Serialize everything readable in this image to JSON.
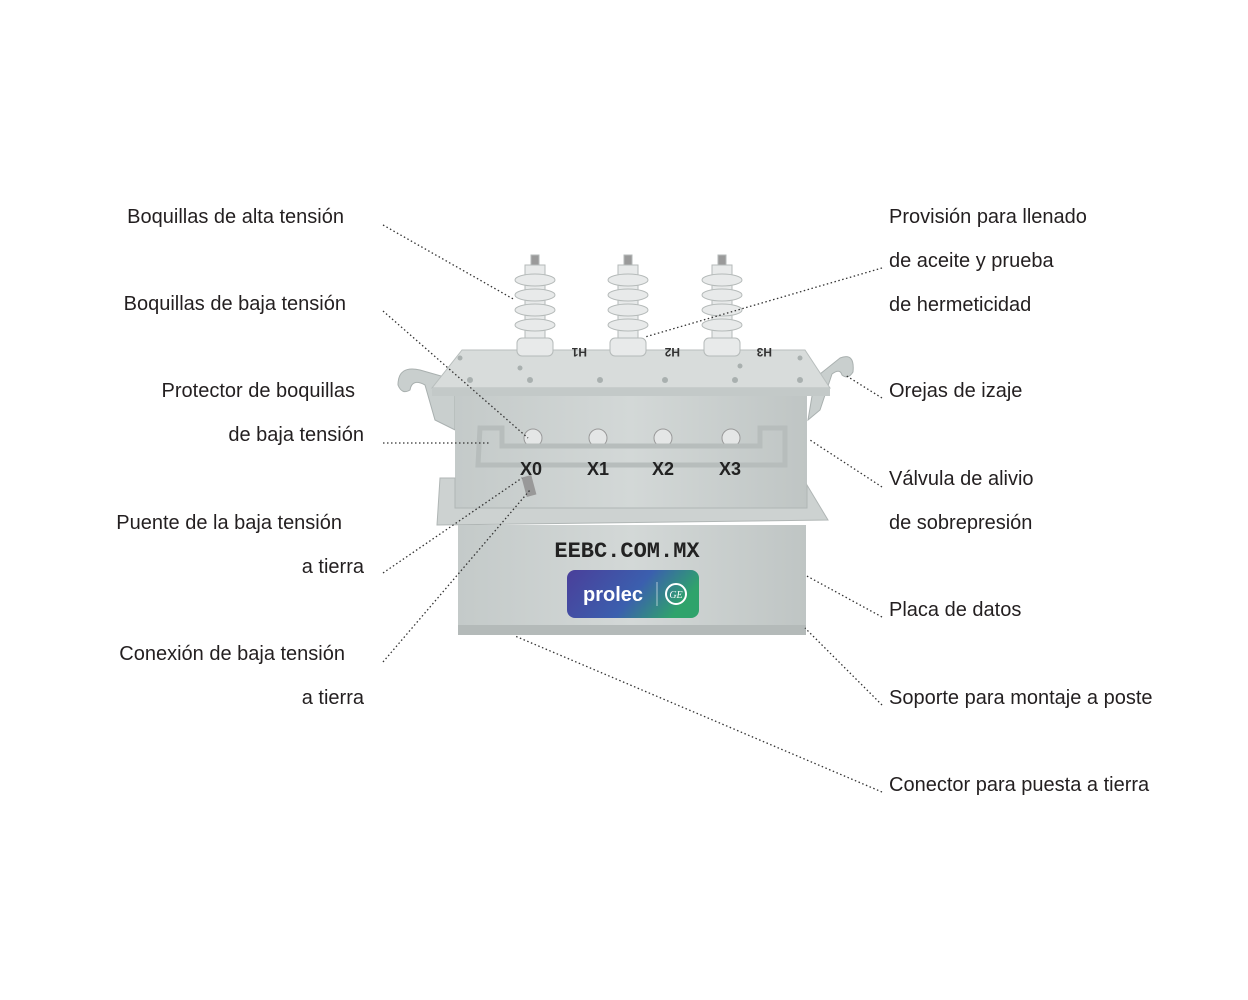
{
  "labels_left": [
    {
      "lines": [
        "Boquillas de alta tensión"
      ]
    },
    {
      "lines": [
        "Boquillas de baja tensión"
      ]
    },
    {
      "lines": [
        "Protector de boquillas",
        "de baja tensión"
      ]
    },
    {
      "lines": [
        "Puente de la baja tensión",
        "a tierra"
      ]
    },
    {
      "lines": [
        "Conexión de baja tensión",
        "a tierra"
      ]
    }
  ],
  "labels_right": [
    {
      "lines": [
        "Provisión para llenado",
        "de aceite y prueba",
        "de hermeticidad"
      ]
    },
    {
      "lines": [
        "Orejas de izaje"
      ]
    },
    {
      "lines": [
        "Válvula de alivio",
        "de sobrepresión"
      ]
    },
    {
      "lines": [
        "Placa de datos"
      ]
    },
    {
      "lines": [
        "Soporte para montaje a poste"
      ]
    },
    {
      "lines": [
        "Conector para puesta a tierra"
      ]
    }
  ],
  "transformer": {
    "stencil": "EEBC.COM.MX",
    "hv_terminals": [
      "H1",
      "H2",
      "H3"
    ],
    "lv_terminals": [
      "X0",
      "X1",
      "X2",
      "X3"
    ],
    "logo": {
      "brand": "prolec",
      "partner": "GE",
      "colors": [
        "#4a3f9a",
        "#3b6fb0",
        "#2fa36b"
      ]
    }
  }
}
